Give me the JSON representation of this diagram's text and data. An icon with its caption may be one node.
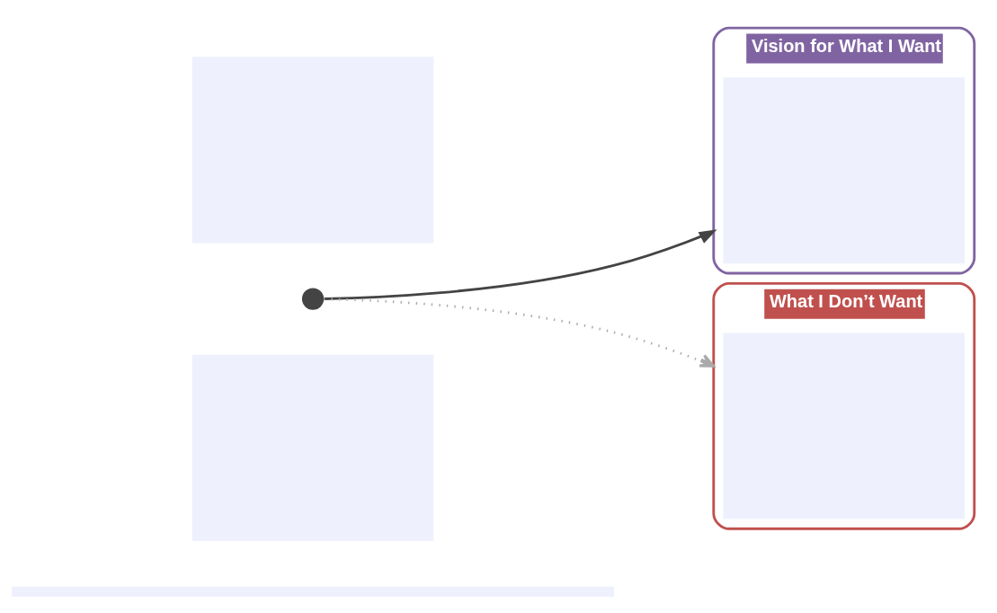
{
  "diagram": {
    "nodes": [
      {
        "text": [],
        "shape": "bar"
      },
      {
        "text": [],
        "shape": "box"
      },
      {
        "text": [
          "Vision for What I Want"
        ]
      },
      {
        "text": [],
        "shape": "box",
        "in": 2
      },
      {
        "text": [],
        "shape": "box"
      },
      {
        "text": [
          "What I Don’t Want"
        ]
      },
      {
        "text": [],
        "shape": "box",
        "in": 5
      },
      {
        "text": [],
        "shape": "circle"
      }
    ],
    "edges": [
      {
        "from": 7,
        "to": 2,
        "arrow": "to"
      },
      {
        "from": 7,
        "to": 5,
        "arrow": "to",
        "style": "dashed",
        "color": "#aaaaaa"
      }
    ]
  }
}
